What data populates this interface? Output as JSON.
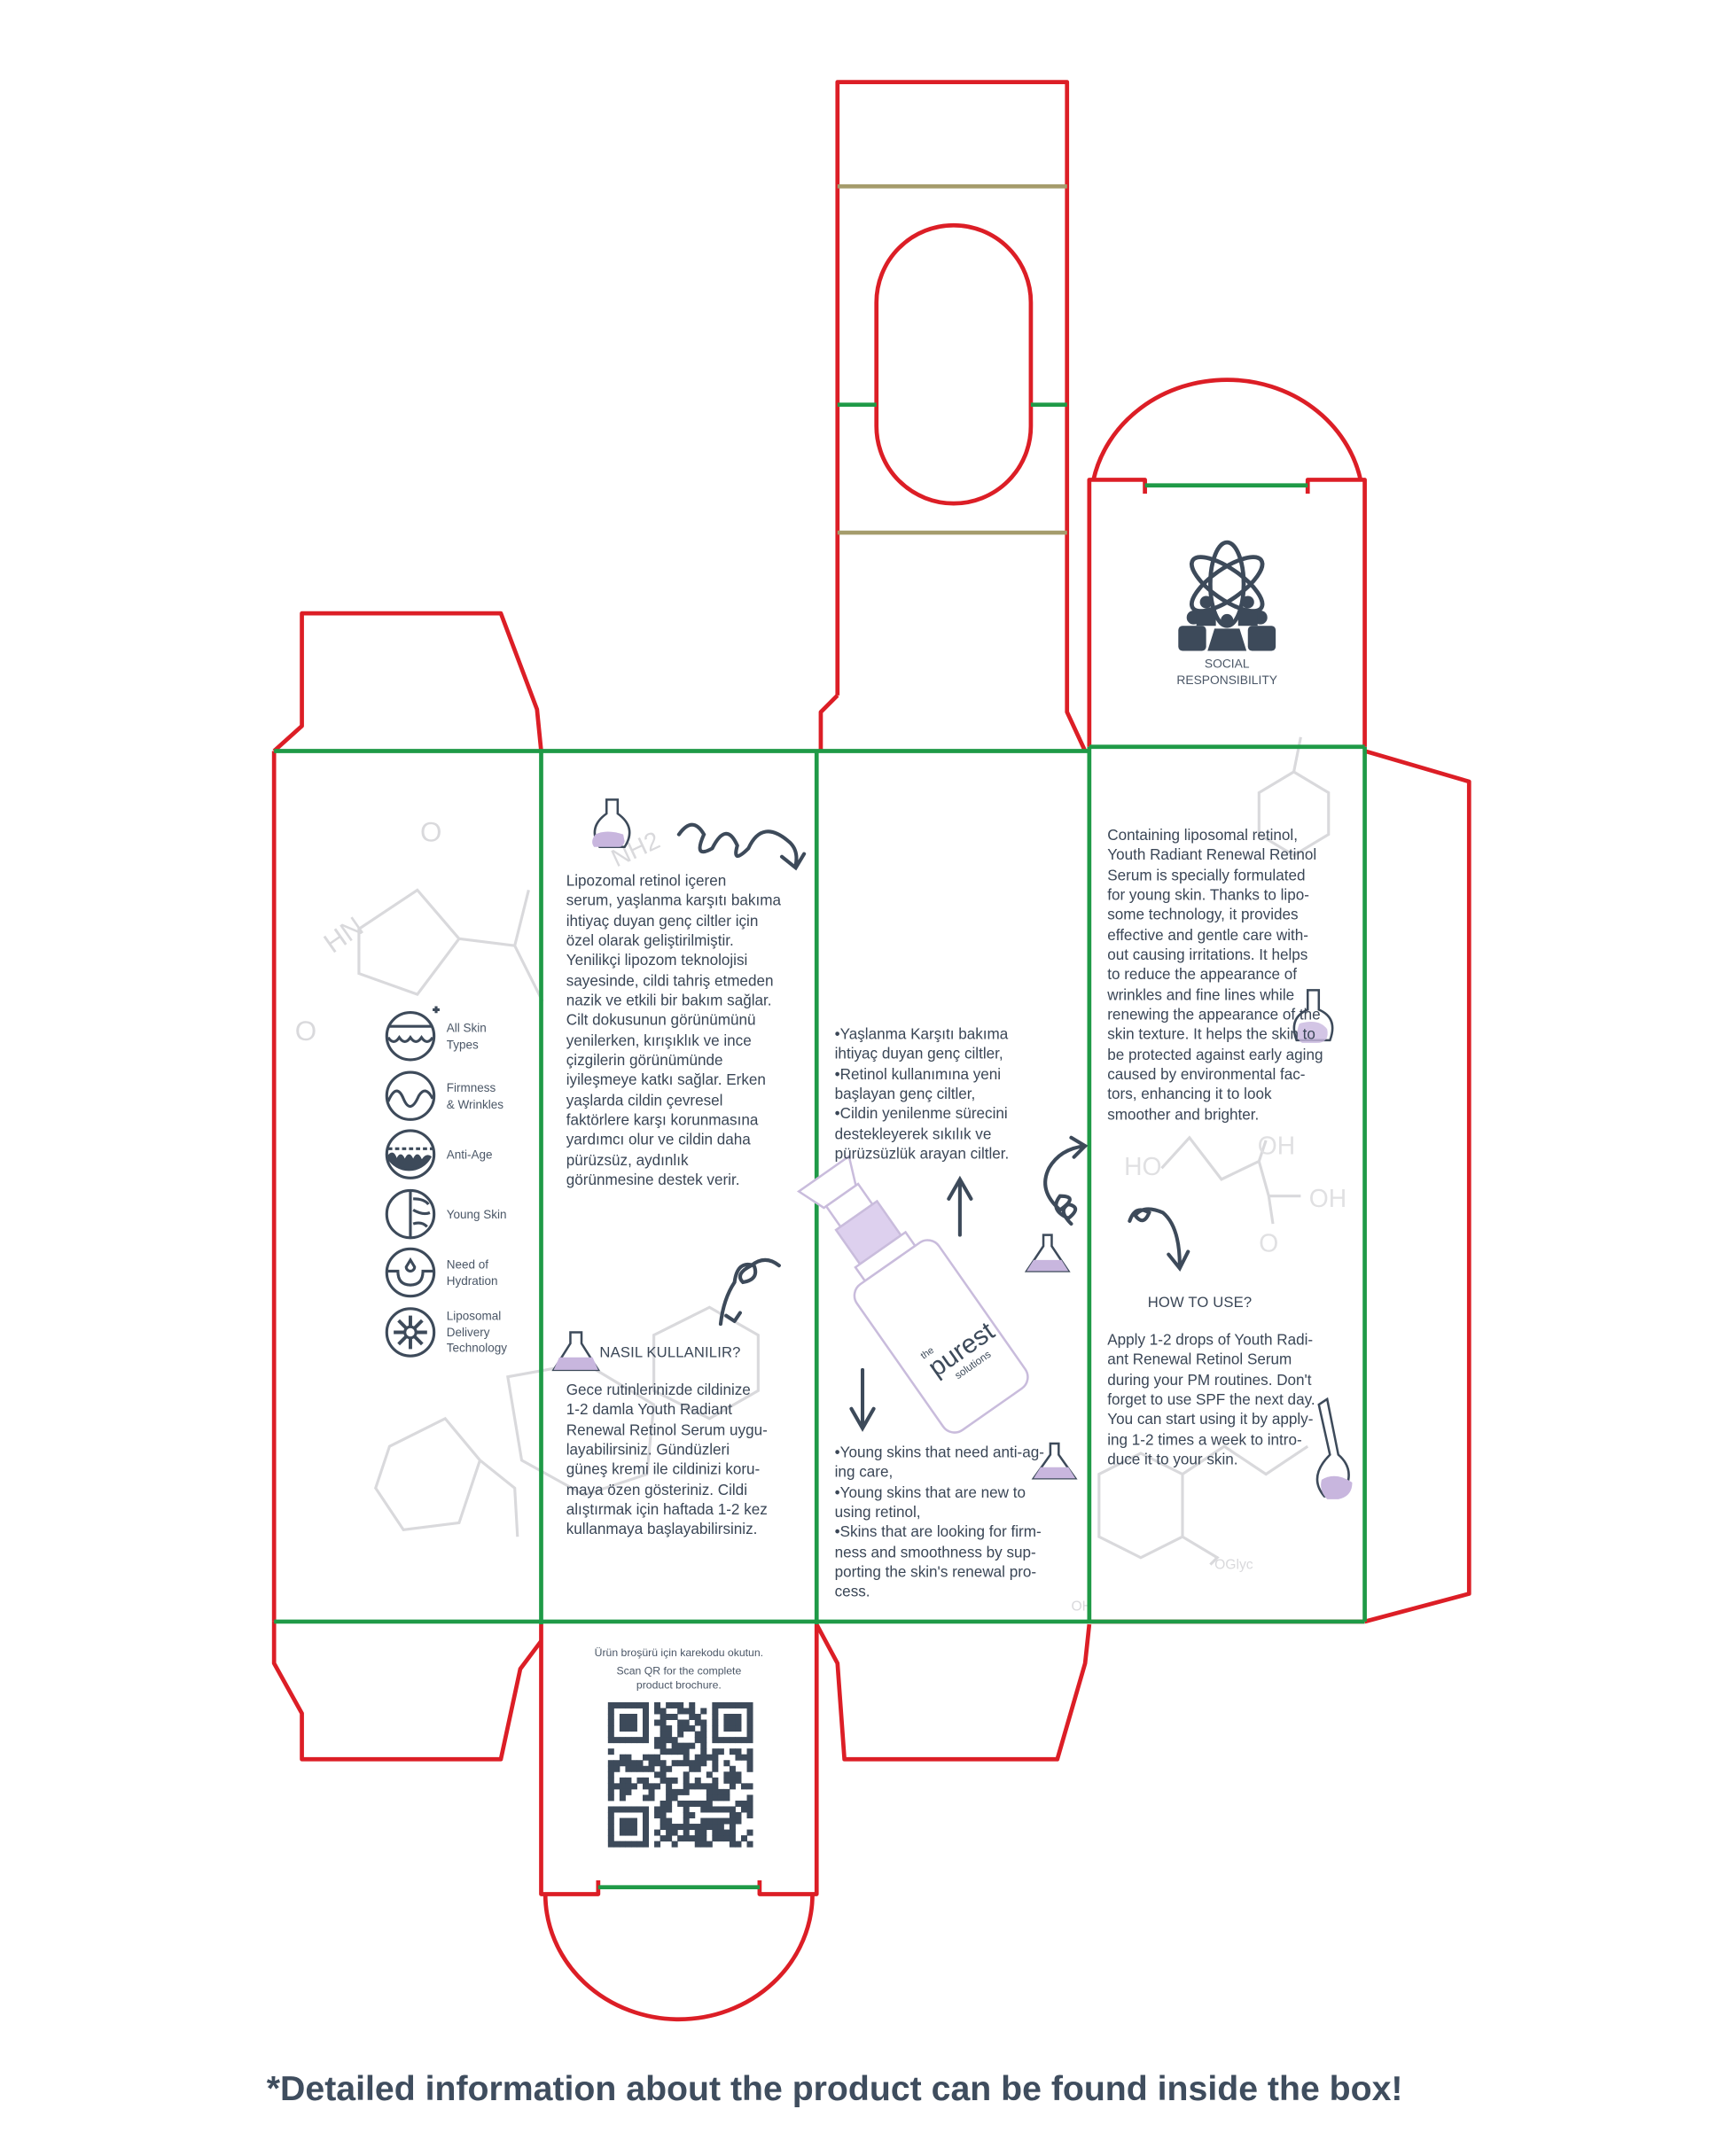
{
  "colors": {
    "cut_line": "#dc1e26",
    "fold_line": "#1f9a47",
    "perforation": "#a59c6c",
    "text": "#3a4656",
    "accent_lavender": "#c8b6de"
  },
  "left_panel": {
    "features": [
      {
        "icon": "all-skin-types-icon",
        "label": "All Skin\nTypes"
      },
      {
        "icon": "firmness-wrinkles-icon",
        "label": "Firmness\n& Wrinkles"
      },
      {
        "icon": "anti-age-icon",
        "label": "Anti-Age"
      },
      {
        "icon": "young-skin-icon",
        "label": "Young Skin"
      },
      {
        "icon": "hydration-drop-icon",
        "label": "Need of\nHydration"
      },
      {
        "icon": "liposomal-delivery-icon",
        "label": "Liposomal\nDelivery\nTechnology"
      }
    ]
  },
  "panel_tr": {
    "description": "Lipozomal retinol içeren\nserum, yaşlanma karşıtı bakıma\nihtiyaç duyan genç ciltler için\nözel olarak geliştirilmiştir.\nYenilikçi lipozom teknolojisi\nsayesinde, cildi tahriş etmeden\nnazik ve etkili bir bakım sağlar.\nCilt dokusunun görünümünü\nyenilerken, kırışıklık ve ince\nçizgilerin görünümünde\niyileşmeye katkı sağlar. Erken\nyaşlarda cildin çevresel\nfaktörlere karşı korunmasına\nyardımcı olur ve cildin daha\npürüzsüz, aydınlık\ngörünmesine destek verir.",
    "how_to_title": "NASIL KULLANILIR?",
    "how_to_body": "Gece rutinlerinizde cildinize\n1-2 damla Youth Radiant\nRenewal Retinol Serum uygu-\nlayabilirsiniz. Gündüzleri\ngüneş kremi ile cildinizi koru-\nmaya özen gösteriniz. Cildi\nalıştırmak için haftada 1-2 kez\nkullanmaya başlayabilirsiniz."
  },
  "panel_front": {
    "bullets_tr": "•Yaşlanma Karşıtı bakıma\nihtiyaç duyan genç ciltler,\n•Retinol kullanımına yeni\nbaşlayan genç ciltler,\n•Cildin yenilenme sürecini\ndestekleyerek sıkılık ve\npürüzsüzlük arayan ciltler.",
    "bullets_en": "•Young skins that need anti-ag-\ning care,\n•Young skins that are new to\nusing retinol,\n•Skins that are looking for firm-\nness and smoothness by sup-\nporting the skin's renewal pro-\ncess.",
    "brand_logo": "the purest solutions"
  },
  "panel_en": {
    "description": "Containing liposomal retinol,\nYouth Radiant Renewal Retinol\nSerum is specially formulated\nfor young skin. Thanks to lipo-\nsome technology, it provides\neffective and gentle care with-\nout causing irritations. It helps\nto reduce the appearance of\nwrinkles and fine lines while\nrenewing the appearance of the\nskin texture. It helps the skin to\nbe protected against early aging\ncaused by environmental fac-\ntors, enhancing it to look\nsmoother and brighter.",
    "how_to_title": "HOW TO USE?",
    "how_to_body": "Apply 1-2 drops of Youth Radi-\nant Renewal Retinol Serum\nduring your PM routines. Don't\nforget to use SPF the next day.\nYou can start using it by apply-\ning 1-2 times a week to intro-\nduce it to your skin."
  },
  "top_flap": {
    "social_label": "SOCIAL\nRESPONSIBILITY"
  },
  "bottom_flap": {
    "qr_text_tr": "Ürün broşürü için karekodu okutun.",
    "qr_text_en": "Scan QR for the complete\nproduct brochure."
  },
  "footer": "*Detailed information about the product can be found inside the box!"
}
